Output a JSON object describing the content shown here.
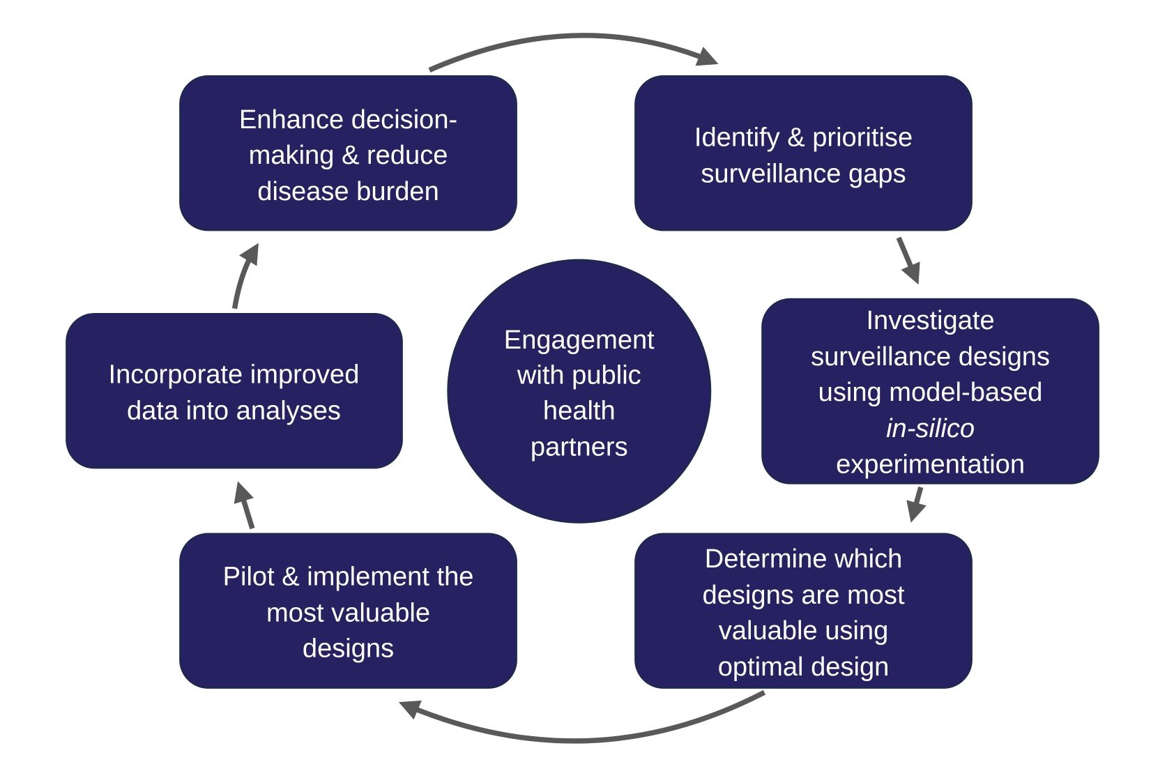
{
  "diagram": {
    "type": "cycle",
    "colors": {
      "node_fill": "#262262",
      "node_stroke": "#1c2a4a",
      "arrow": "#595959",
      "text": "#ffffff",
      "background": "#ffffff"
    },
    "center": {
      "lines": [
        {
          "text": "Engagement"
        },
        {
          "text": "with public"
        },
        {
          "text": "health"
        },
        {
          "text": "partners"
        }
      ]
    },
    "steps": [
      {
        "id": "identify",
        "lines": [
          {
            "text": "Identify & prioritise"
          },
          {
            "text": "surveillance gaps"
          }
        ]
      },
      {
        "id": "investigate",
        "lines": [
          {
            "text": "Investigate"
          },
          {
            "text": "surveillance designs"
          },
          {
            "text": "using model-based"
          },
          {
            "text": "in-silico",
            "italic": true
          },
          {
            "text": "experimentation"
          }
        ]
      },
      {
        "id": "determine",
        "lines": [
          {
            "text": "Determine which"
          },
          {
            "text": "designs are most"
          },
          {
            "text": "valuable using"
          },
          {
            "text": "optimal design"
          }
        ]
      },
      {
        "id": "pilot",
        "lines": [
          {
            "text": "Pilot & implement the"
          },
          {
            "text": "most valuable"
          },
          {
            "text": "designs"
          }
        ]
      },
      {
        "id": "incorporate",
        "lines": [
          {
            "text": "Incorporate improved"
          },
          {
            "text": "data into analyses"
          }
        ]
      },
      {
        "id": "enhance",
        "lines": [
          {
            "text": "Enhance decision-"
          },
          {
            "text": "making & reduce"
          },
          {
            "text": "disease burden"
          }
        ]
      }
    ],
    "arrows": [
      {
        "from": "enhance",
        "to": "identify"
      },
      {
        "from": "identify",
        "to": "investigate"
      },
      {
        "from": "investigate",
        "to": "determine"
      },
      {
        "from": "determine",
        "to": "pilot"
      },
      {
        "from": "pilot",
        "to": "incorporate"
      },
      {
        "from": "incorporate",
        "to": "enhance"
      }
    ]
  }
}
